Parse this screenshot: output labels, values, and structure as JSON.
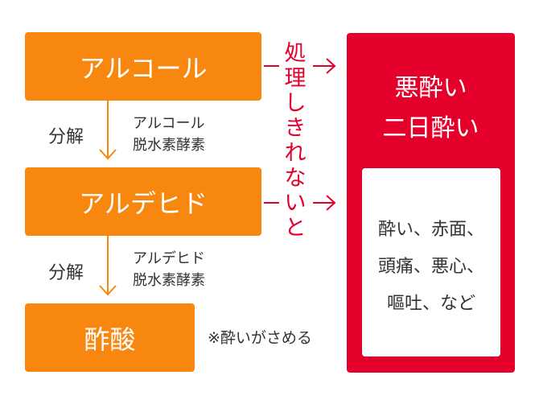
{
  "colors": {
    "orange": "#f7870e",
    "red": "#e4002b",
    "text": "#333333"
  },
  "flow": {
    "alcohol": "アルコール",
    "acetaldehyde": "アルデヒド",
    "acetic_acid": "酢酸"
  },
  "steps": {
    "step1_label": "分解",
    "step1_enzyme_line1": "アルコール",
    "step1_enzyme_line2": "脱水素酵素",
    "step2_label": "分解",
    "step2_enzyme_line1": "アルデヒド",
    "step2_enzyme_line2": "脱水素酵素"
  },
  "note": "※酔いがさめる",
  "overflow_label": [
    "処",
    "理",
    "し",
    "き",
    "れ",
    "な",
    "い",
    "と"
  ],
  "result": {
    "title_line1": "悪酔い",
    "title_line2": "二日酔い",
    "symptoms": [
      "酔い、赤面、",
      "頭痛、悪心、",
      "嘔吐、など"
    ]
  }
}
